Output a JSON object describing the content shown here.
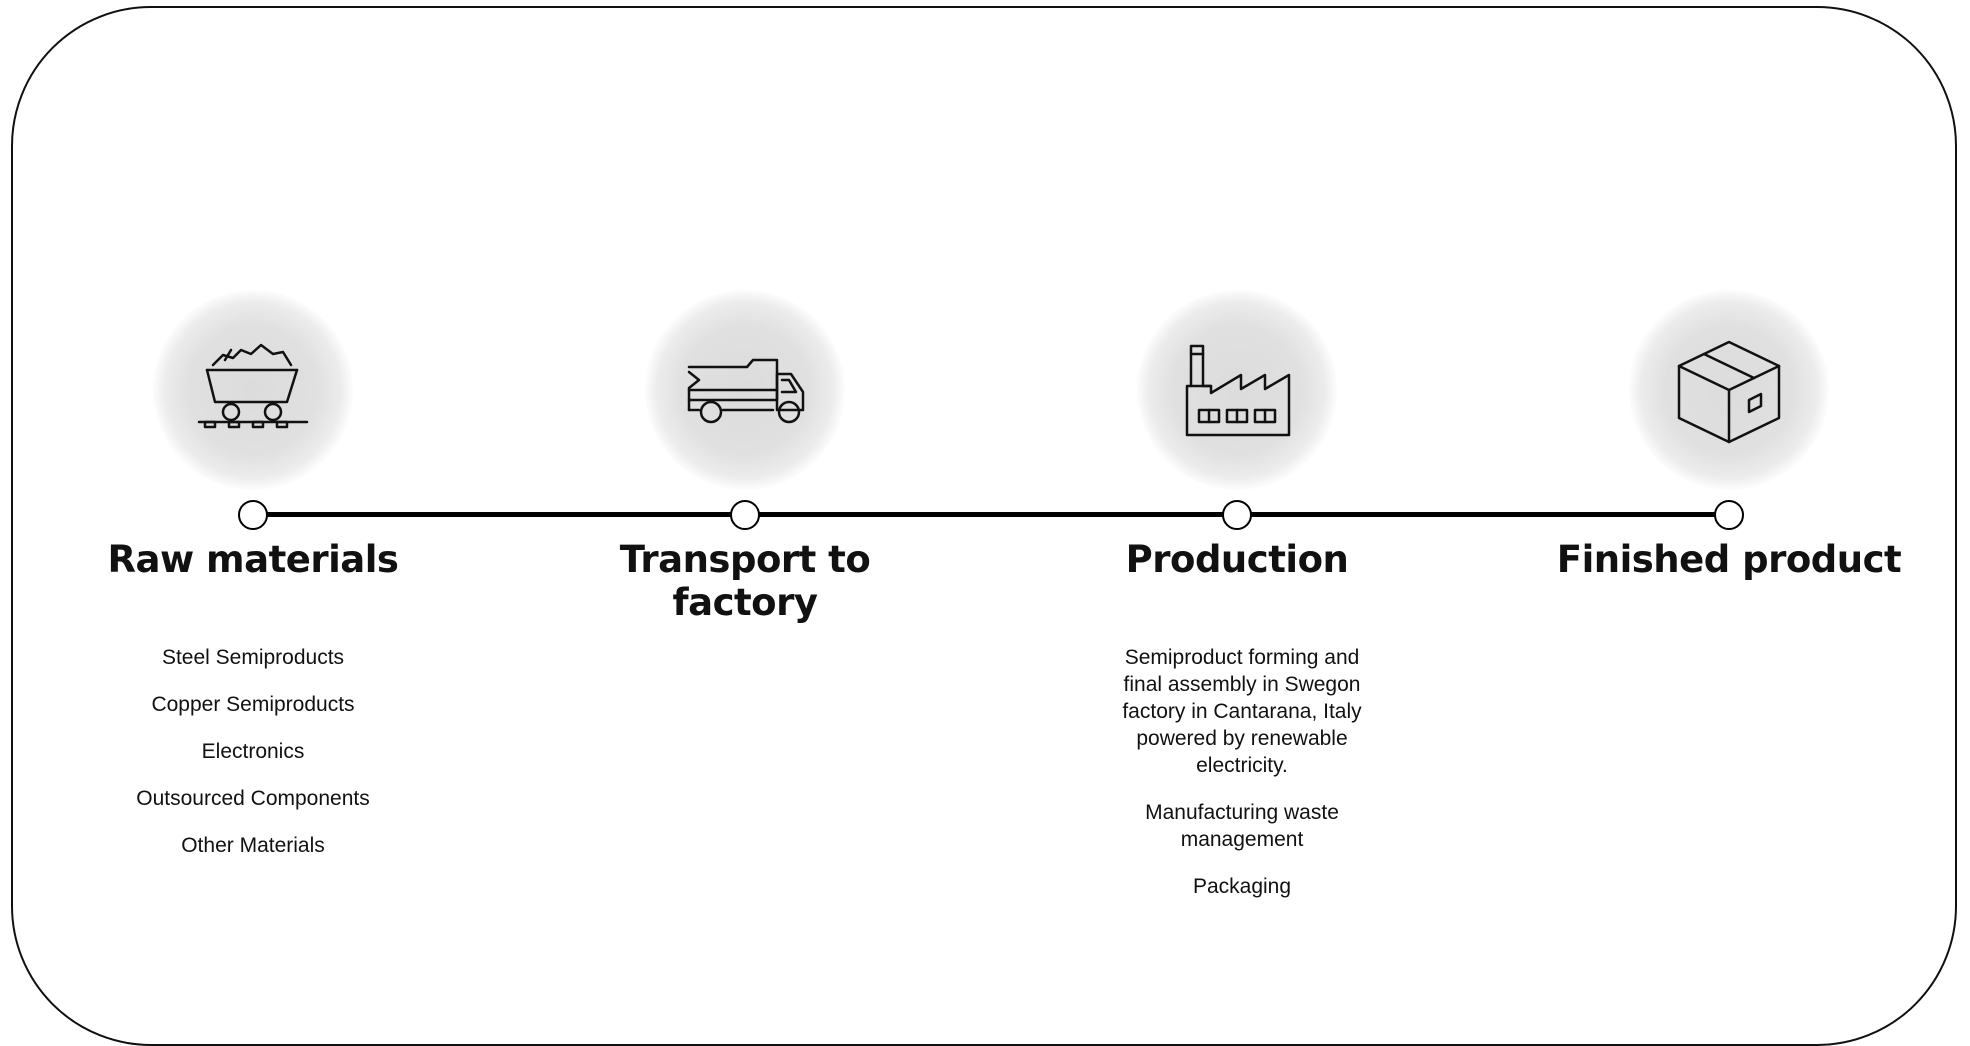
{
  "stages": [
    {
      "title": "Raw materials",
      "icon": "mine-cart-icon",
      "items": [
        "Steel Semiproducts",
        "Copper Semiproducts",
        "Electronics",
        "Outsourced Components",
        "Other Materials"
      ]
    },
    {
      "title": "Transport to factory",
      "icon": "dump-truck-icon",
      "items": []
    },
    {
      "title": "Production",
      "icon": "factory-icon",
      "items": [
        "Semiproduct forming and final assembly in Swegon factory in Cantarana, Italy powered by renewable electricity.",
        "Manufacturing waste management",
        "Packaging"
      ]
    },
    {
      "title": "Finished product",
      "icon": "box-icon",
      "items": []
    }
  ],
  "colors": {
    "line": "#000000",
    "halo": "#dcdcdc",
    "text": "#111111"
  }
}
